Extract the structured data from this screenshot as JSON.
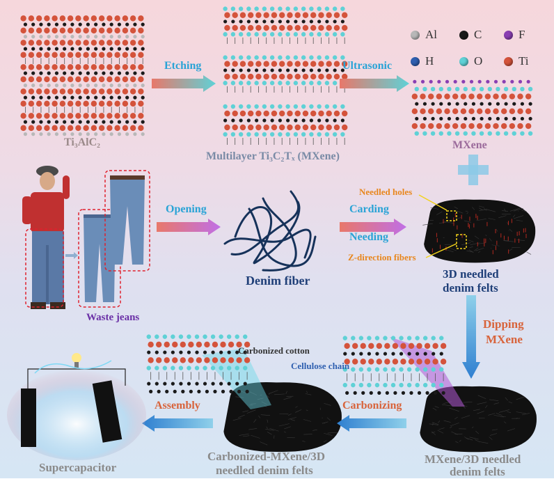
{
  "labels": {
    "ti3alc2": "Ti₃AlC₂",
    "multilayer": "Multilayer Ti₃C₂Tₓ (MXene)",
    "mxene": "MXene",
    "denim_fiber": "Denim fiber",
    "felt_3d": "3D needled",
    "felt_3d_2": "denim felts",
    "waste_jeans": "Waste jeans",
    "needled_holes": "Needled holes",
    "z_fibers": "Z-direction fibers",
    "carbonized_cotton": "Carbonized cotton",
    "cellulose_chain": "Cellulose chain",
    "supercapacitor": "Supercapacitor",
    "carb_felt_1": "Carbonized-MXene/3D",
    "carb_felt_2": "needled denim felts",
    "mx_felt_1": "MXene/3D needled",
    "mx_felt_2": "denim felts"
  },
  "steps": {
    "etching": "Etching",
    "ultrasonic": "Ultrasonic",
    "opening": "Opening",
    "carding": "Carding",
    "needing": "Needing",
    "dipping_1": "Dipping",
    "dipping_2": "MXene",
    "carbonizing": "Carbonizing",
    "assembly": "Assembly"
  },
  "legend": [
    {
      "symbol": "Al",
      "color": "#b8b8b8"
    },
    {
      "symbol": "C",
      "color": "#1a1a1a"
    },
    {
      "symbol": "F",
      "color": "#8a3fb3"
    },
    {
      "symbol": "H",
      "color": "#2f5fb0"
    },
    {
      "symbol": "O",
      "color": "#5fd1d6"
    },
    {
      "symbol": "Ti",
      "color": "#d4533b"
    }
  ],
  "colors": {
    "ti": "#d4533b",
    "o": "#5fd1d6",
    "c": "#1a1a1a",
    "step_blue": "#29a3d6",
    "step_orange": "#d8633a",
    "felt": "#111111"
  }
}
